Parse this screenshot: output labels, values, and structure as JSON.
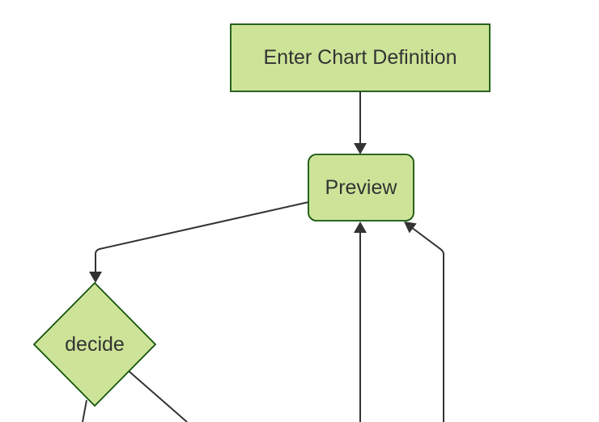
{
  "diagram": {
    "type": "flowchart-top-down",
    "nodes": [
      {
        "id": "enter-chart-definition",
        "label": "Enter Chart Definition",
        "shape": "rectangle"
      },
      {
        "id": "preview",
        "label": "Preview",
        "shape": "rounded-rectangle"
      },
      {
        "id": "decide",
        "label": "decide",
        "shape": "diamond"
      }
    ],
    "edges": [
      {
        "from": "enter-chart-definition",
        "to": "preview",
        "arrow": true
      },
      {
        "from": "preview",
        "to": "decide",
        "arrow": true
      },
      {
        "from": "offscreen-bottom",
        "to": "preview",
        "arrow": true
      },
      {
        "from": "offscreen-bottom-right",
        "to": "preview",
        "arrow": true
      },
      {
        "from": "decide",
        "to": "offscreen-bottom-left",
        "arrow": false
      },
      {
        "from": "decide",
        "to": "offscreen-bottom-right",
        "arrow": false
      }
    ],
    "colors": {
      "node_fill": "#cde498",
      "node_border": "#13540c",
      "edge_line": "#333333",
      "label_text": "#333333",
      "background": "#ffffff"
    }
  }
}
